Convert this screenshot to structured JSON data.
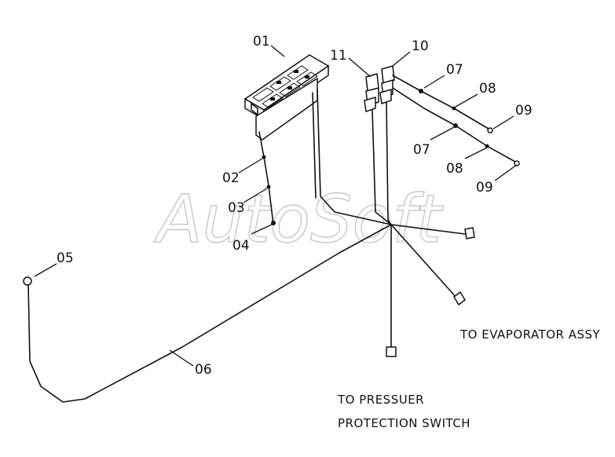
{
  "watermark": "AutoSoft",
  "callouts": {
    "c01": "01",
    "c02": "02",
    "c03": "03",
    "c04": "04",
    "c05": "05",
    "c06": "06",
    "c07a": "07",
    "c07b": "07",
    "c08a": "08",
    "c08b": "08",
    "c09a": "09",
    "c09b": "09",
    "c10": "10",
    "c11": "11"
  },
  "notes": {
    "evaporator": "TO EVAPORATOR ASSY",
    "pressure_line1": "TO PRESSUER",
    "pressure_line2": "PROTECTION SWITCH"
  }
}
